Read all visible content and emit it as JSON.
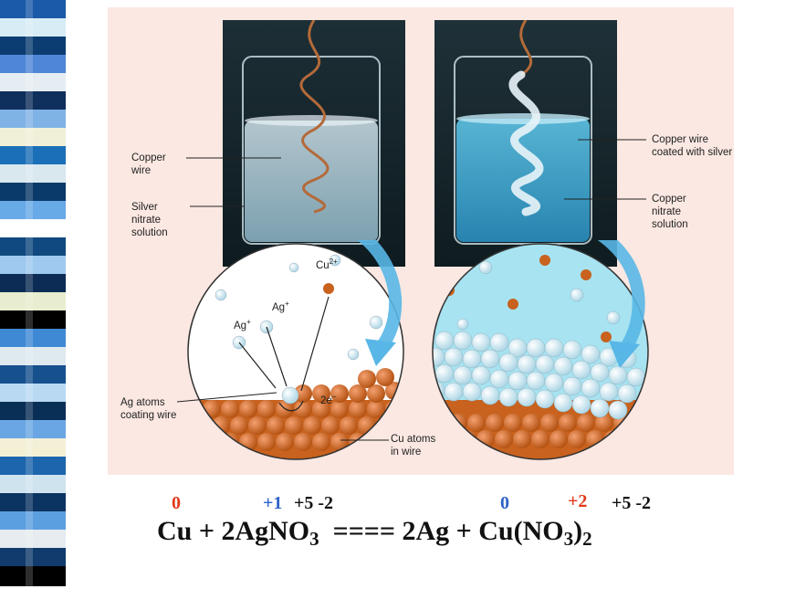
{
  "labels": {
    "copper_wire": "Copper wire",
    "silver_nitrate": "Silver nitrate solution",
    "copper_wire_coated": "Copper wire coated with silver",
    "copper_nitrate": "Copper nitrate solution",
    "ag_plus_1": "Ag",
    "ag_plus_2": "Ag",
    "plus_sup": "+",
    "cu": "Cu",
    "cu_sup": "2+",
    "electrons": "2e",
    "electrons_sup": "−",
    "ag_atoms": "Ag atoms coating wire",
    "cu_atoms": "Cu atoms in wire"
  },
  "oxidation": {
    "cu_left": "0",
    "ag_left": "+1",
    "n_o_left": "+5 -2",
    "ag_right": "0",
    "cu_right": "+2",
    "n_o_right": "+5 -2"
  },
  "equation": {
    "part1": "Cu + 2AgNO",
    "sub3a": "3",
    "arrow": "====",
    "part2": "2Ag + Cu(NO",
    "sub3b": "3",
    "close": ")",
    "sub2": "2"
  },
  "colors": {
    "copper": "#c8621e",
    "silver": "#e8f4f8",
    "red_state": "#e23a1a",
    "blue_state": "#2d63c8"
  }
}
